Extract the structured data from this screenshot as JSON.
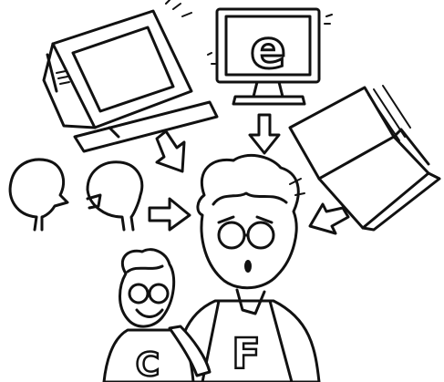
{
  "illustration": {
    "monitor_letter": "e",
    "adult_shirt_letter": "F",
    "child_shirt_letter": "C",
    "icons": [
      "crt-monitor-icon",
      "flat-monitor-icon",
      "open-book-icon",
      "speech-head-icon",
      "arrow-icon"
    ]
  }
}
